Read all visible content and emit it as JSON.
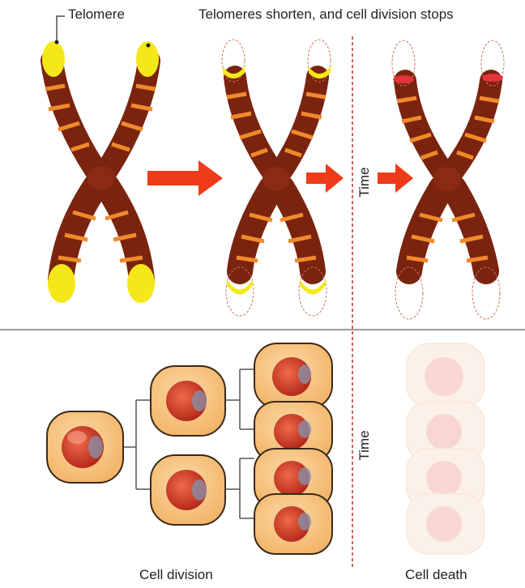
{
  "labels": {
    "telomere": "Telomere",
    "shorten": "Telomeres shorten, and cell division stops",
    "time_top": "Time",
    "time_bottom": "Time",
    "cell_division": "Cell division",
    "cell_death": "Cell death"
  },
  "colors": {
    "chromosome_dark": "#7a2410",
    "chromosome_band": "#f08a2a",
    "telomere": "#f5e81a",
    "telomere_dim": "#f6f09a",
    "telomere_lost": "#e4343a",
    "arrow": "#ee3b1a",
    "time_line": "#b5352e",
    "divider": "#7a7a7a",
    "cell_fill": "#f8c27a",
    "cell_outline": "#3a2a1a",
    "nucleus": "#d2402a",
    "dead_cell": "#fbe6d6"
  },
  "icons": [
    "chromosome-icon",
    "right-arrow-icon",
    "cell-icon"
  ]
}
